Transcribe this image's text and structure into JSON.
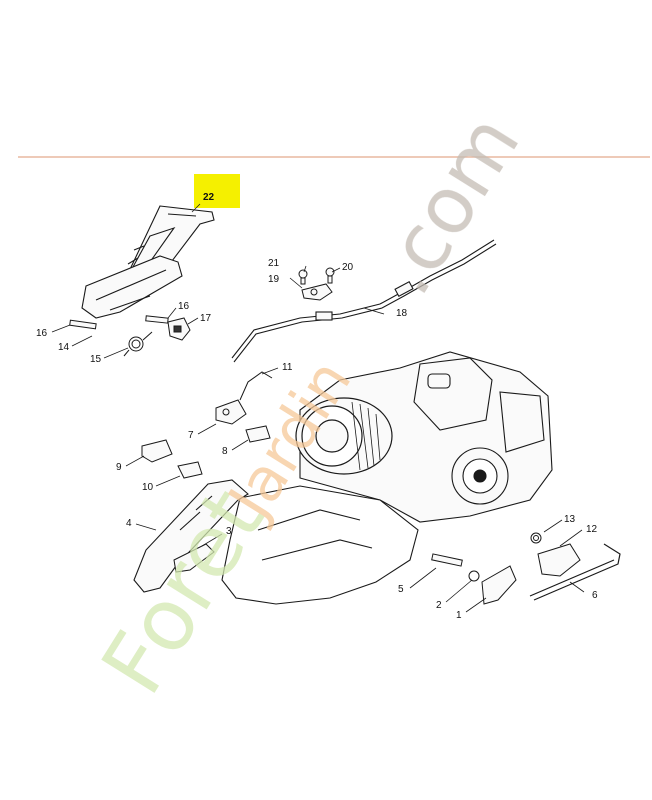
{
  "colors": {
    "divider": "#e8b8a0",
    "highlight": "#f5f000",
    "line": "#1a1a1a",
    "watermark_green": "#d3e8b0",
    "watermark_orange": "#f6c898",
    "watermark_grey": "#c4bcb4"
  },
  "watermark": {
    "main": "Foret",
    "accent": "Jardin",
    "suffix": ".com"
  },
  "highlighted_part": "22",
  "parts": [
    {
      "id": "22"
    },
    {
      "id": "21"
    },
    {
      "id": "20"
    },
    {
      "id": "19"
    },
    {
      "id": "18"
    },
    {
      "id": "16a",
      "label": "16"
    },
    {
      "id": "16b",
      "label": "16"
    },
    {
      "id": "17"
    },
    {
      "id": "14"
    },
    {
      "id": "15"
    },
    {
      "id": "11"
    },
    {
      "id": "7"
    },
    {
      "id": "8"
    },
    {
      "id": "9"
    },
    {
      "id": "10"
    },
    {
      "id": "4"
    },
    {
      "id": "3"
    },
    {
      "id": "13"
    },
    {
      "id": "12"
    },
    {
      "id": "5"
    },
    {
      "id": "2"
    },
    {
      "id": "1"
    },
    {
      "id": "6"
    }
  ]
}
